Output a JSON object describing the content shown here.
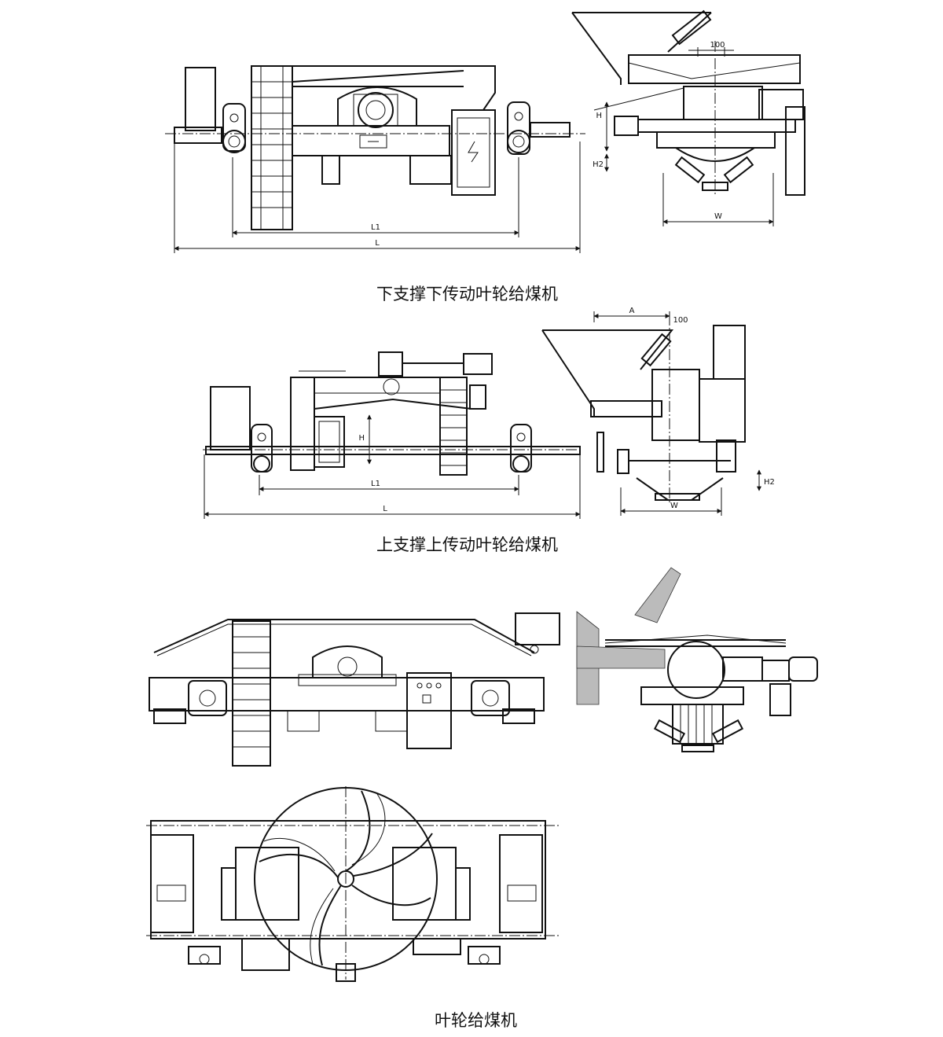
{
  "captions": {
    "fig1": "下支撑下传动叶轮给煤机",
    "fig2": "上支撑上传动叶轮给煤机",
    "fig3": "叶轮给煤机"
  },
  "dims": {
    "d100": "100",
    "H": "H",
    "H2": "H2",
    "W": "W",
    "L1": "L1",
    "L": "L",
    "A": "A"
  },
  "colors": {
    "line": "#111111",
    "background": "#ffffff"
  }
}
